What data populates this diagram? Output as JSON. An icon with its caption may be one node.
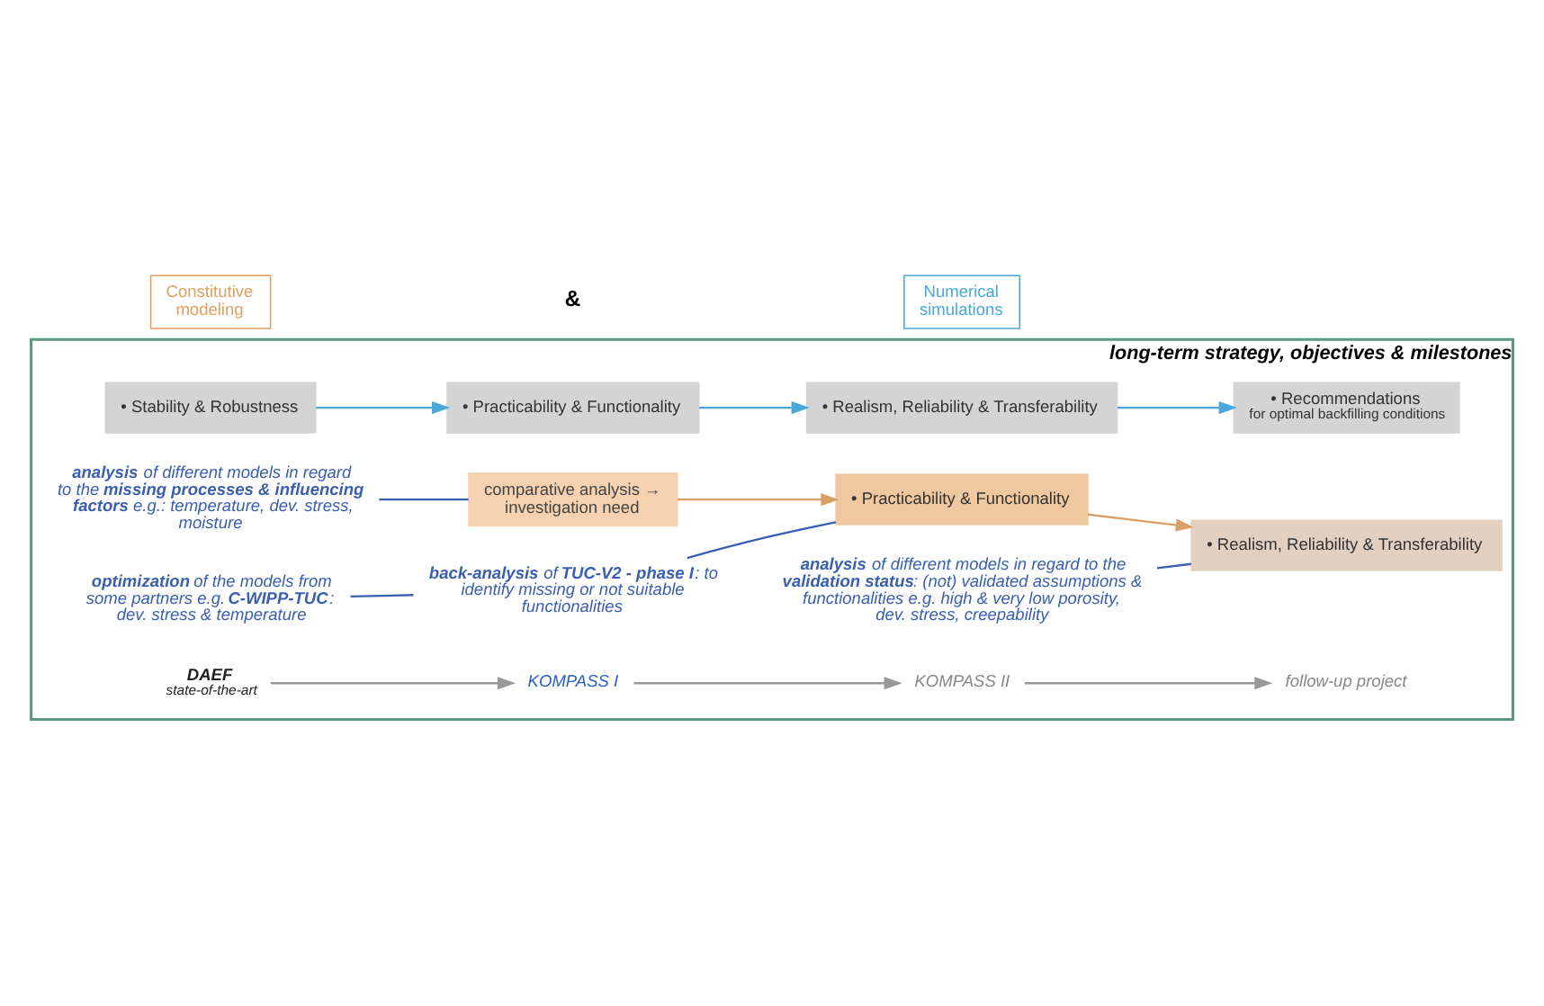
{
  "diagram": {
    "nodes": [
      {
        "text": [
          "long-term strategy, objectives & milestones"
        ]
      },
      {
        "text": [
          "Constitutive modeling"
        ]
      },
      {
        "text": [
          "Numerical simulations"
        ]
      },
      {
        "text": [
          "comparative analysis → investigation need"
        ],
        "in": 0
      },
      {
        "text": [
          "• Practicability & Functionality"
        ],
        "in": 0
      },
      {
        "text": [
          "• Realism, Reliability & Transferability"
        ],
        "in": 0
      },
      {
        "text": [
          "• Stability & Robustness"
        ],
        "in": 0
      },
      {
        "text": [
          "• Practicability & Functionality"
        ],
        "in": 0
      },
      {
        "text": [
          "• Realism, Reliability & Transferability"
        ],
        "in": 0
      },
      {
        "text": [
          "• Recommendations",
          "for optimal backfilling conditions"
        ],
        "in": 0
      },
      {
        "text": [
          "**analysis** of different models in regard to the **missing processes & influencing factors** e.g.: temperature, dev. stress, moisture"
        ],
        "in": 0
      },
      {
        "text": [
          "**back-analysis** of **TUC-V2 - phase I**: to identify missing or not suitable functionalities"
        ],
        "in": 0
      },
      {
        "text": [
          "**optimization** of the models from some partners e.g. **C-WIPP-TUC**: dev. stress & temperature"
        ],
        "in": 0
      },
      {
        "text": [
          "**analysis** of different models in regard to the **validation status**: (not) validated assumptions & functionalities e.g. high & very low porosity, dev. stress, creepability"
        ],
        "in": 0
      },
      {
        "text": [
          "DAEF",
          "state-of-the-art"
        ],
        "in": 0
      },
      {
        "text": [
          "KOMPASS I"
        ],
        "in": 0
      },
      {
        "text": [
          "KOMPASS II"
        ],
        "in": 0
      },
      {
        "text": [
          "follow-up project"
        ],
        "in": 0
      }
    ],
    "edges": [
      {
        "from": 3,
        "to": 4,
        "arrow": "to",
        "color": "#d9a066"
      },
      {
        "from": 4,
        "to": 5,
        "arrow": "to",
        "color": "#d9a066"
      },
      {
        "from": 6,
        "to": 7,
        "arrow": "to",
        "color": "#4aa8d8"
      },
      {
        "from": 7,
        "to": 8,
        "arrow": "to",
        "color": "#4aa8d8"
      },
      {
        "from": 8,
        "to": 9,
        "arrow": "to",
        "color": "#4aa8d8"
      },
      {
        "from": 10,
        "to": 3,
        "arrow": "none",
        "color": "#3a5fb0"
      },
      {
        "from": 11,
        "to": 4,
        "arrow": "none",
        "color": "#3a5fb0"
      },
      {
        "from": 12,
        "to": 11,
        "arrow": "none",
        "color": "#3a5fb0"
      },
      {
        "from": 13,
        "to": 5,
        "arrow": "none",
        "color": "#3a5fb0"
      },
      {
        "from": 14,
        "to": 15,
        "arrow": "to",
        "color": "#999999"
      },
      {
        "from": 15,
        "to": 16,
        "arrow": "to",
        "color": "#999999"
      },
      {
        "from": 16,
        "to": 17,
        "arrow": "to",
        "color": "#999999"
      }
    ],
    "labels": [
      "&"
    ]
  }
}
